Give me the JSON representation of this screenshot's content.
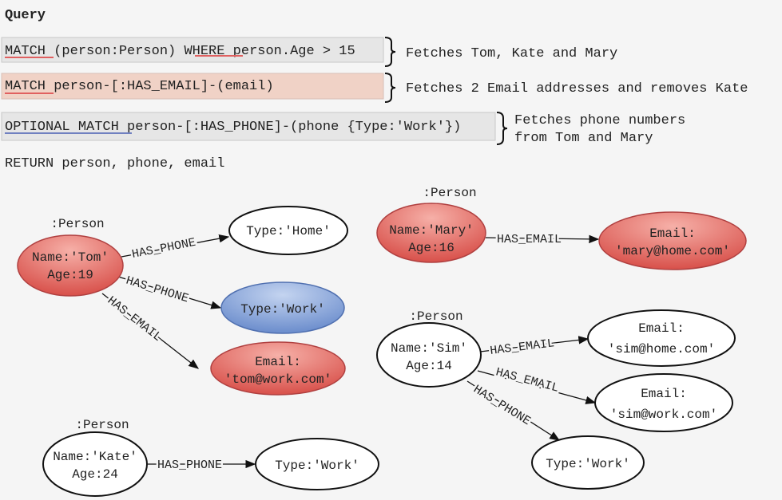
{
  "query": {
    "title": "Query",
    "lines": [
      {
        "kw1": "MATCH",
        "rest1": " (person:Person) ",
        "kw2": "WHERE",
        "rest2": " person.Age > 15",
        "note": "Fetches Tom, Kate and Mary"
      },
      {
        "kw1": "MATCH",
        "rest1": " person-[:HAS_EMAIL]-(email)",
        "note": "Fetches 2 Email addresses and removes Kate"
      },
      {
        "kw1": "OPTIONAL MATCH",
        "rest1": " person-[:HAS_PHONE]-(phone {Type:'Work'})",
        "note1": "Fetches phone numbers",
        "note2": "from Tom and Mary"
      }
    ],
    "return": "RETURN person, phone, email"
  },
  "colors": {
    "matched": "#e06666",
    "optional": "#7f9fd6",
    "line1_bg": "#e6e6e6",
    "line2_bg": "#f0d2c6",
    "underline_red": "#e06060",
    "underline_blue": "#7080c0"
  },
  "graph": {
    "label": ":Person",
    "tom": {
      "name": "Name:'Tom'",
      "age": "Age:19"
    },
    "tom_home": "Type:'Home'",
    "tom_work": "Type:'Work'",
    "tom_email1": "Email:",
    "tom_email2": "'tom@work.com'",
    "mary": {
      "name": "Name:'Mary'",
      "age": "Age:16"
    },
    "mary_email1": "Email:",
    "mary_email2": "'mary@home.com'",
    "sim": {
      "name": "Name:'Sim'",
      "age": "Age:14"
    },
    "sim_email_home1": "Email:",
    "sim_email_home2": "'sim@home.com'",
    "sim_email_work1": "Email:",
    "sim_email_work2": "'sim@work.com'",
    "sim_work": "Type:'Work'",
    "kate": {
      "name": "Name:'Kate'",
      "age": "Age:24"
    },
    "kate_work": "Type:'Work'",
    "rel_phone": "HAS_PHONE",
    "rel_email": "HAS_EMAIL"
  }
}
